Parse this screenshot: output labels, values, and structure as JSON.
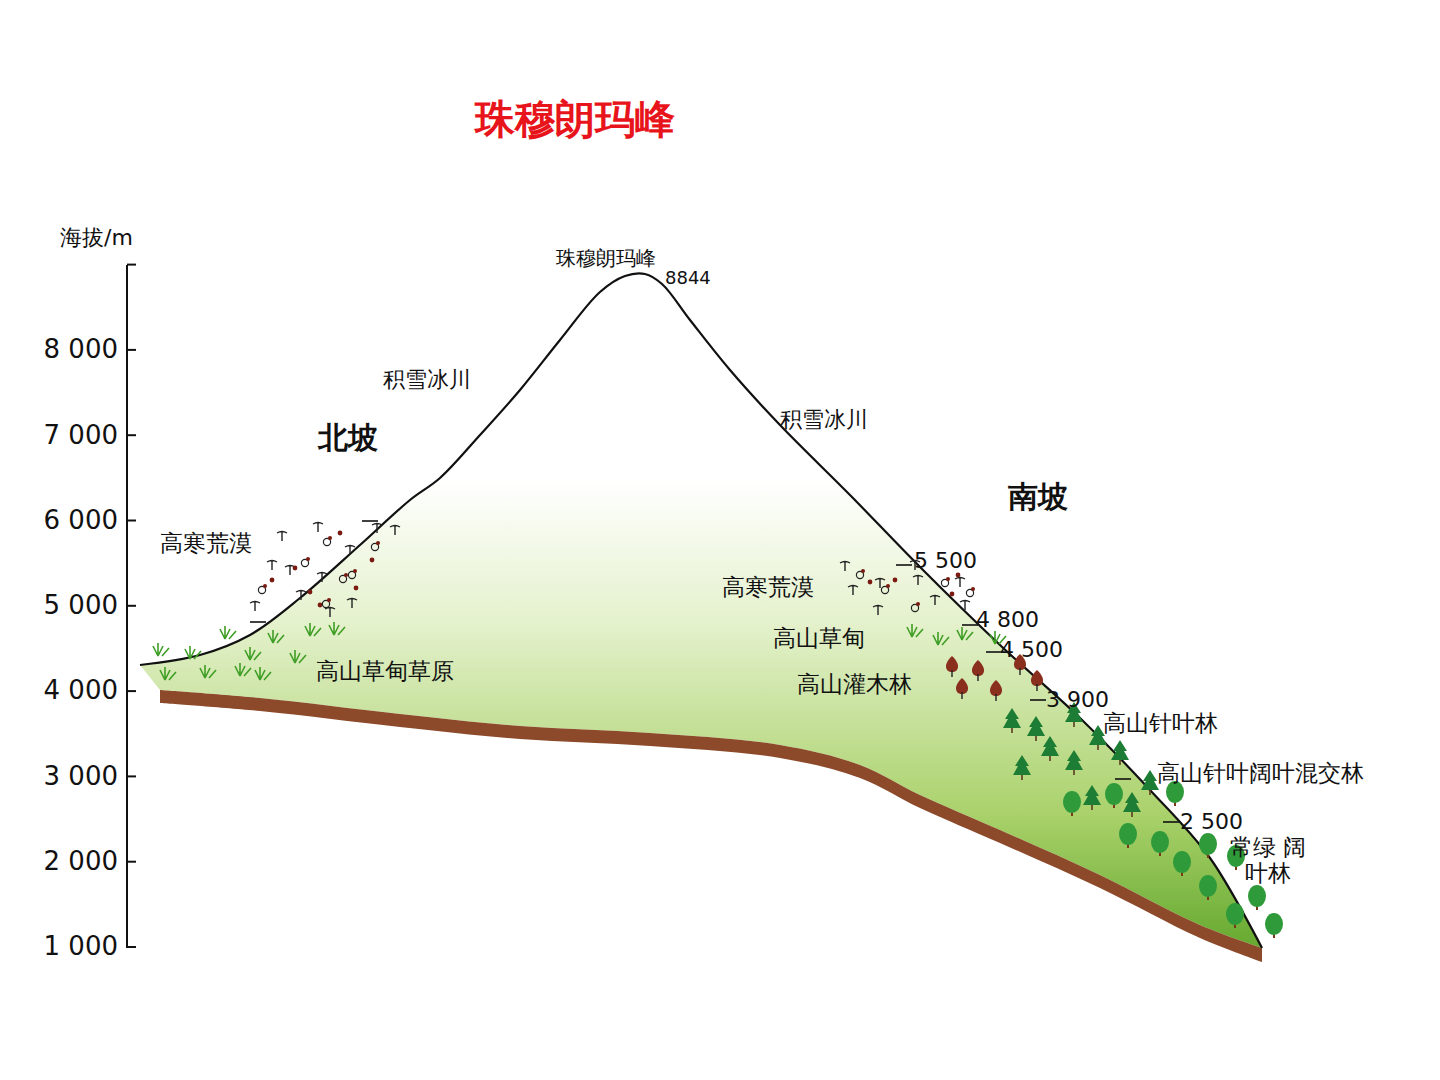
{
  "diagram": {
    "title": "珠穆朗玛峰",
    "labels": [
      "海拔/m",
      "8 000",
      "7 000",
      "6 000",
      "5 000",
      "4 000",
      "3 000",
      "2 000",
      "1 000",
      "珠穆朗玛峰",
      "8844",
      "积雪冰川",
      "北坡",
      "积雪冰川",
      "南坡",
      "高寒荒漠",
      "5 500",
      "高寒荒漠",
      "4 800",
      "高山草甸",
      "4 500",
      "高山草甸草原",
      "高山灌木林",
      "3 900",
      "高山针叶林",
      "高山针叶阔叶混交林",
      "2 500",
      "常绿 阔叶林"
    ]
  }
}
